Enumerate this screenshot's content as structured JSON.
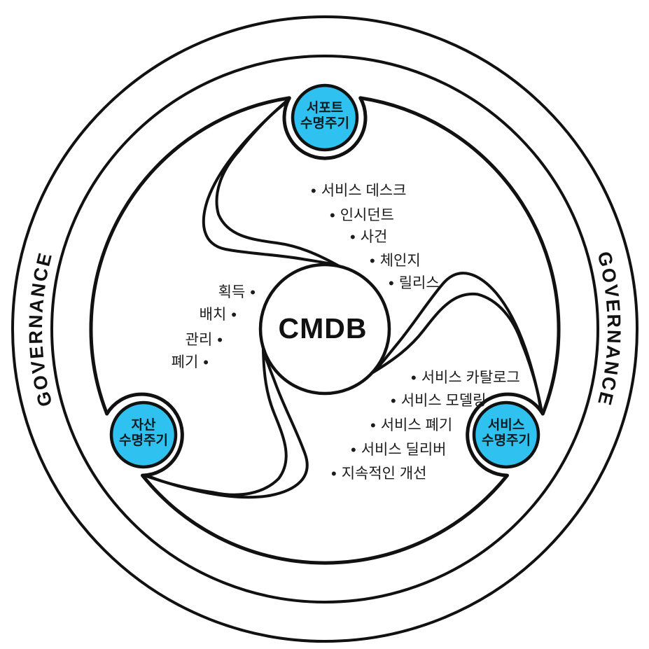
{
  "diagram": {
    "center_label": "CMDB",
    "ring": {
      "label_left": "GOVERNANCE",
      "label_right": "GOVERNANCE"
    },
    "colors": {
      "accent_cyan": "#2FC1EF",
      "line_black": "#111111",
      "background": "#FFFFFF"
    },
    "nodes": {
      "support": {
        "line1": "서포트",
        "line2": "수명주기"
      },
      "asset": {
        "line1": "자산",
        "line2": "수명주기"
      },
      "service": {
        "line1": "서비스",
        "line2": "수명주기"
      }
    },
    "lists": {
      "support": {
        "items": [
          "서비스 데스크",
          "인시던트",
          "사건",
          "체인지",
          "릴리스"
        ]
      },
      "asset": {
        "items": [
          "획득",
          "배치",
          "관리",
          "폐기"
        ]
      },
      "service": {
        "items": [
          "서비스 카탈로그",
          "서비스 모델링",
          "서비스 폐기",
          "서비스 딜리버",
          "지속적인 개선"
        ]
      }
    },
    "glyphs": {
      "bullet": "•"
    }
  }
}
